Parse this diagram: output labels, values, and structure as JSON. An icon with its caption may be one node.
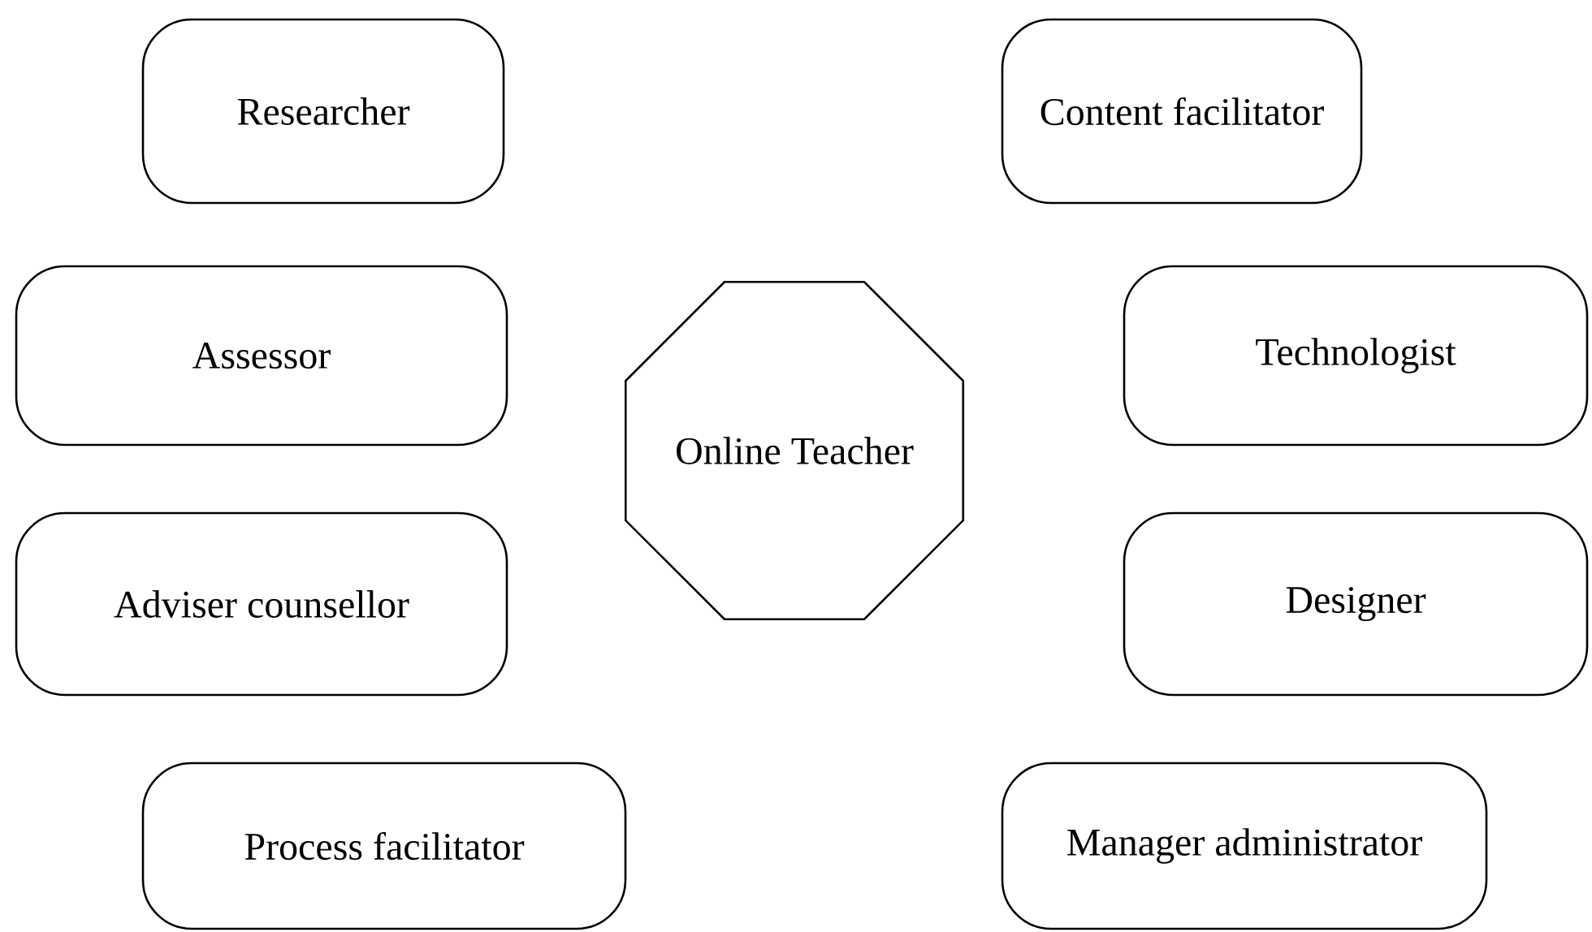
{
  "diagram": {
    "nodes": [
      {
        "text": [
          "Researcher"
        ]
      },
      {
        "text": [
          "Content facilitator"
        ]
      },
      {
        "text": [
          "Assessor"
        ]
      },
      {
        "text": [
          "Technologist"
        ]
      },
      {
        "text": [
          "Online Teacher"
        ]
      },
      {
        "text": [
          "Adviser counsellor"
        ]
      },
      {
        "text": [
          "Designer"
        ]
      },
      {
        "text": [
          "Process facilitator"
        ]
      },
      {
        "text": [
          "Manager administrator"
        ]
      }
    ]
  }
}
